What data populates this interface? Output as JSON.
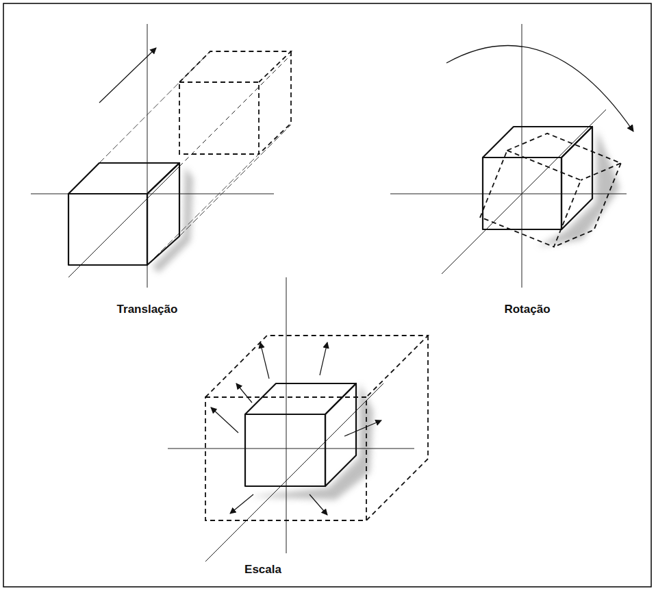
{
  "diagram": {
    "labels": [
      "Translação",
      "Rotação",
      "Escala"
    ]
  }
}
